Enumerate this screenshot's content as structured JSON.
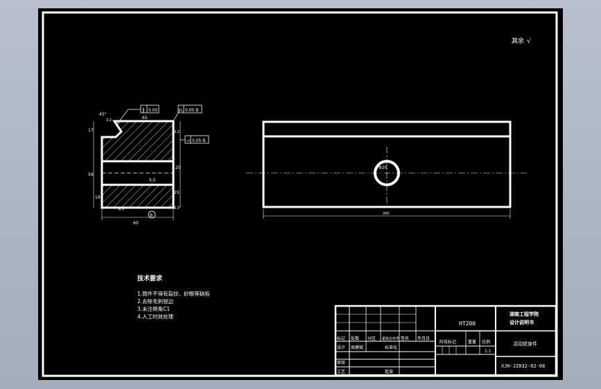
{
  "drawing": {
    "surface_note": "其余",
    "surface_symbol": "√",
    "technical_requirements": {
      "heading": "技术要求",
      "items": [
        "1.铸件不得有裂纹、砂眼等缺陷",
        "2.去除毛刺锐边",
        "3.未注倒角C1",
        "4.人工时效处理"
      ]
    },
    "gdt": {
      "parallel_value": "0.05",
      "perpendicular_value": "0.05 B",
      "flatness_value": "0.05 B",
      "angle_label": "45°",
      "roughness_values": [
        "3.2",
        "6.3",
        "3.2",
        "6.3"
      ]
    },
    "dimensions": {
      "side_left_top": "17",
      "side_left_mid": "56",
      "side_left_low": "19",
      "side_top": "65",
      "side_right": "20",
      "side_right_low": "25",
      "side_bottom": "60",
      "side_mid": "5.5",
      "front_length": "200",
      "hole_diameter": "Φ20",
      "datum_circle": "B"
    }
  },
  "title_block": {
    "material": "HT200",
    "company": "湖南工程学院",
    "company_sub": "设计说明书",
    "part_name": "活动钳身件",
    "drawing_no": "XJH-JZ032-02-08",
    "scale": "1:1",
    "row_headers": [
      "标记",
      "处数",
      "分区",
      "更改文件号",
      "签名",
      "年月日"
    ],
    "design": "设计",
    "designer": "周建斌",
    "standardized": "标准化",
    "stage_marker": "阶段标记",
    "weight": "重量",
    "scale_label": "比例",
    "review": "审核",
    "process": "工艺",
    "approve": "批准"
  }
}
